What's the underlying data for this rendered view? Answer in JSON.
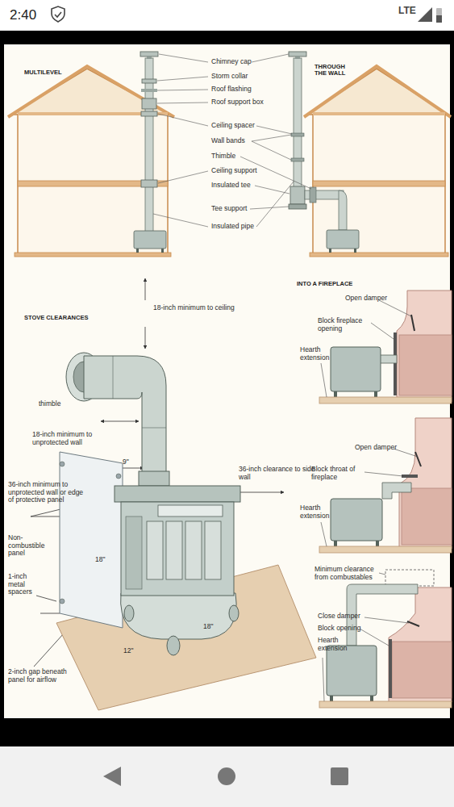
{
  "diagram": {
    "labels": [
      "2:40",
      "LTE",
      "MULTILEVEL",
      "THROUGH THE WALL",
      "Chimney cap",
      "Storm collar",
      "Roof flashing",
      "Roof support box",
      "Ceiling spacer",
      "Wall bands",
      "Thimble",
      "Ceiling support",
      "Insulated tee",
      "Tee support",
      "Insulated pipe",
      "18-inch minimum to ceiling",
      "STOVE CLEARANCES",
      "thimble",
      "18-inch minimum to unprotected wall",
      "9\"",
      "36-inch clearance to side wall",
      "36-inch minimum to unprotected wall or edge of protective panel",
      "Non-combustible panel",
      "1-inch metal spacers",
      "18\"",
      "18\"",
      "12\"",
      "2-inch gap beneath panel for airflow",
      "INTO A FIREPLACE",
      "Open damper",
      "Block fireplace opening",
      "Hearth extension",
      "Open damper",
      "Block throat of fireplace",
      "Hearth extension",
      "Minimum clearance from combustables",
      "Close damper",
      "Block opening",
      "Hearth extension"
    ]
  }
}
